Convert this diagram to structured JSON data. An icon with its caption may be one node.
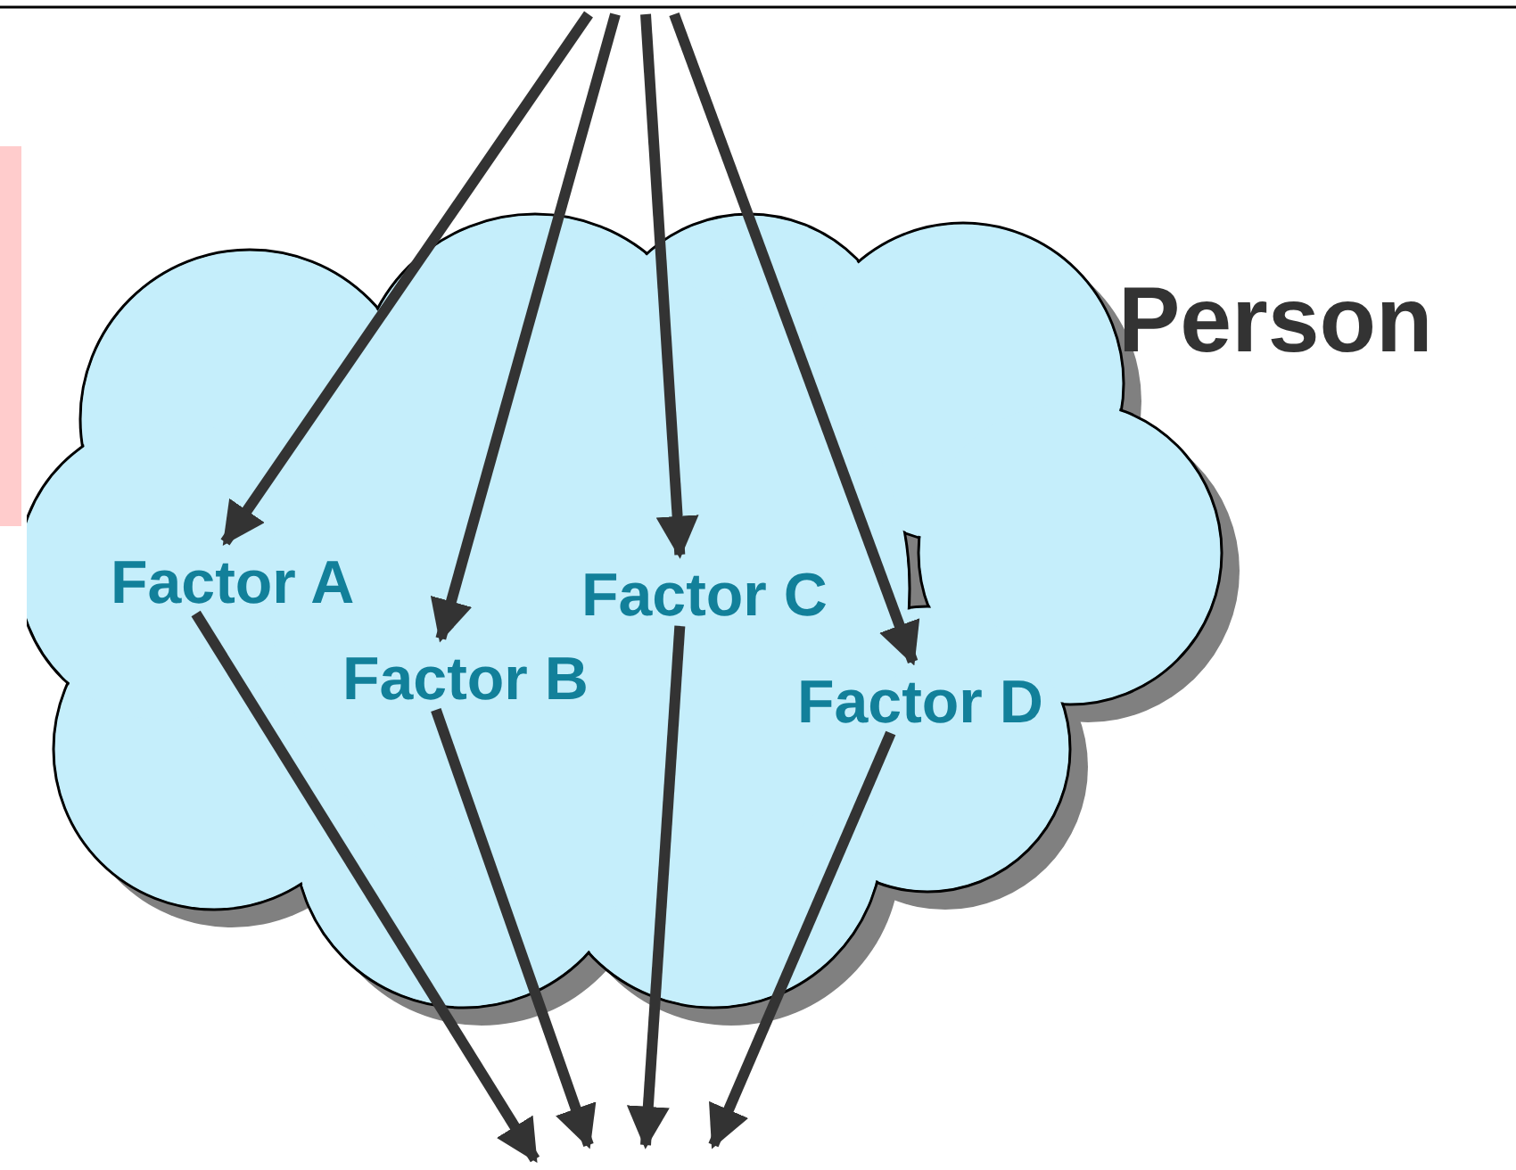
{
  "diagram": {
    "nodes": [
      {
        "text": [],
        "shape": "cloud",
        "beside": [
          "Person"
        ]
      },
      {
        "text": [
          "Factor A"
        ],
        "in": 0
      },
      {
        "text": [
          "Factor B"
        ],
        "in": 0
      },
      {
        "text": [
          "Factor C"
        ],
        "in": 0
      },
      {
        "text": [
          "Factor D"
        ],
        "in": 0
      }
    ],
    "edges": [
      {
        "from": null,
        "to": 1,
        "arrow": "to"
      },
      {
        "from": null,
        "to": 2,
        "arrow": "to"
      },
      {
        "from": null,
        "to": 3,
        "arrow": "to"
      },
      {
        "from": null,
        "to": 4,
        "arrow": "to"
      },
      {
        "from": 1,
        "to": null,
        "arrow": "to"
      },
      {
        "from": 2,
        "to": null,
        "arrow": "to"
      },
      {
        "from": 3,
        "to": null,
        "arrow": "to"
      },
      {
        "from": 4,
        "to": null,
        "arrow": "to"
      }
    ]
  }
}
